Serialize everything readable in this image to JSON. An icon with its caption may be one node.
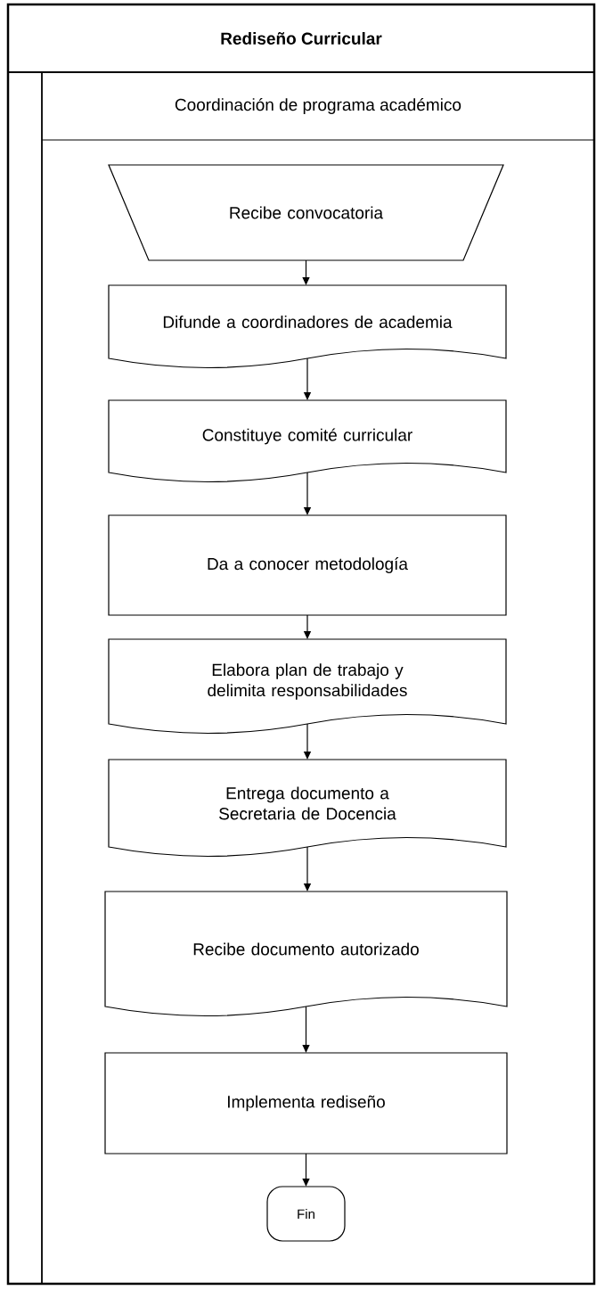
{
  "diagram": {
    "nodes": [
      {
        "text": [
          "Rediseño Curricular"
        ]
      },
      {
        "text": [
          "Coordinación de programa académico"
        ],
        "in": 0
      },
      {
        "text": [
          "Recibe convocatoria"
        ],
        "in": 1
      },
      {
        "text": [
          "Difunde a coordinadores de academia"
        ],
        "in": 1
      },
      {
        "text": [
          "Constituye comité curricular"
        ],
        "in": 1
      },
      {
        "text": [
          "Da a conocer metodología"
        ],
        "in": 1
      },
      {
        "text": [
          "Elabora plan de trabajo y delimita responsabilidades"
        ],
        "in": 1
      },
      {
        "text": [
          "Entrega documento a Secretaria de Docencia"
        ],
        "in": 1
      },
      {
        "text": [
          "Recibe documento autorizado"
        ],
        "in": 1
      },
      {
        "text": [
          "Implementa rediseño"
        ],
        "in": 1
      },
      {
        "text": [
          "Fin"
        ],
        "in": 1
      }
    ],
    "edges": [
      {
        "from": 2,
        "to": 3,
        "arrow": "to"
      },
      {
        "from": 3,
        "to": 4,
        "arrow": "to"
      },
      {
        "from": 4,
        "to": 5,
        "arrow": "to"
      },
      {
        "from": 5,
        "to": 6,
        "arrow": "to"
      },
      {
        "from": 6,
        "to": 7,
        "arrow": "to"
      },
      {
        "from": 7,
        "to": 8,
        "arrow": "to"
      },
      {
        "from": 8,
        "to": 9,
        "arrow": "to"
      },
      {
        "from": 9,
        "to": 10,
        "arrow": "to"
      }
    ]
  }
}
